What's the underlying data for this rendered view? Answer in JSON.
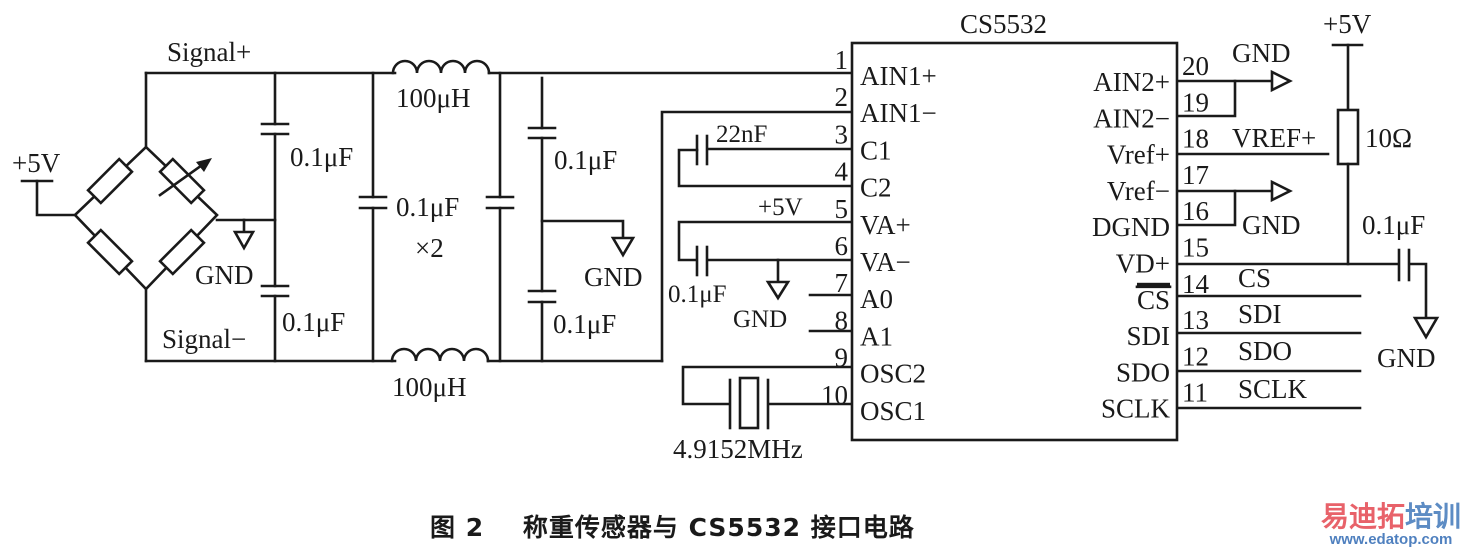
{
  "figure": {
    "chip_name": "CS5532",
    "caption": "图 2    称重传感器与 CS5532 接口电路"
  },
  "left_pins": [
    {
      "num": "1",
      "name": "AIN1+"
    },
    {
      "num": "2",
      "name": "AIN1−"
    },
    {
      "num": "3",
      "name": "C1"
    },
    {
      "num": "4",
      "name": "C2"
    },
    {
      "num": "5",
      "name": "VA+"
    },
    {
      "num": "6",
      "name": "VA−"
    },
    {
      "num": "7",
      "name": "A0"
    },
    {
      "num": "8",
      "name": "A1"
    },
    {
      "num": "9",
      "name": "OSC2"
    },
    {
      "num": "10",
      "name": "OSC1"
    }
  ],
  "right_pins": [
    {
      "num": "20",
      "name": "AIN2+"
    },
    {
      "num": "19",
      "name": "AIN2−"
    },
    {
      "num": "18",
      "name": "Vref+"
    },
    {
      "num": "17",
      "name": "Vref−"
    },
    {
      "num": "16",
      "name": "DGND"
    },
    {
      "num": "15",
      "name": "VD+"
    },
    {
      "num": "14",
      "name": "CS",
      "overline": true
    },
    {
      "num": "13",
      "name": "SDI"
    },
    {
      "num": "12",
      "name": "SDO"
    },
    {
      "num": "11",
      "name": "SCLK"
    }
  ],
  "labels": {
    "vcc_bridge": "+5V",
    "signal_plus": "Signal+",
    "signal_minus": "Signal−",
    "gnd": "GND",
    "cap_01": "0.1μF",
    "inductor": "100μH",
    "cap_x2": "×2",
    "cap_22n": "22nF",
    "va_supply": "+5V",
    "crystal": "4.9152MHz",
    "vcc_right": "+5V",
    "vref_net": "VREF+",
    "resistor": "10Ω"
  },
  "signal_nets": [
    "CS",
    "SDI",
    "SDO",
    "SCLK"
  ],
  "watermark": {
    "text_red": "易迪拓",
    "text_blue": "培训",
    "url": "www.edatop.com",
    "color_red": "#e8626a",
    "color_blue": "#5d8cc4",
    "color_url": "#4f80bf"
  }
}
